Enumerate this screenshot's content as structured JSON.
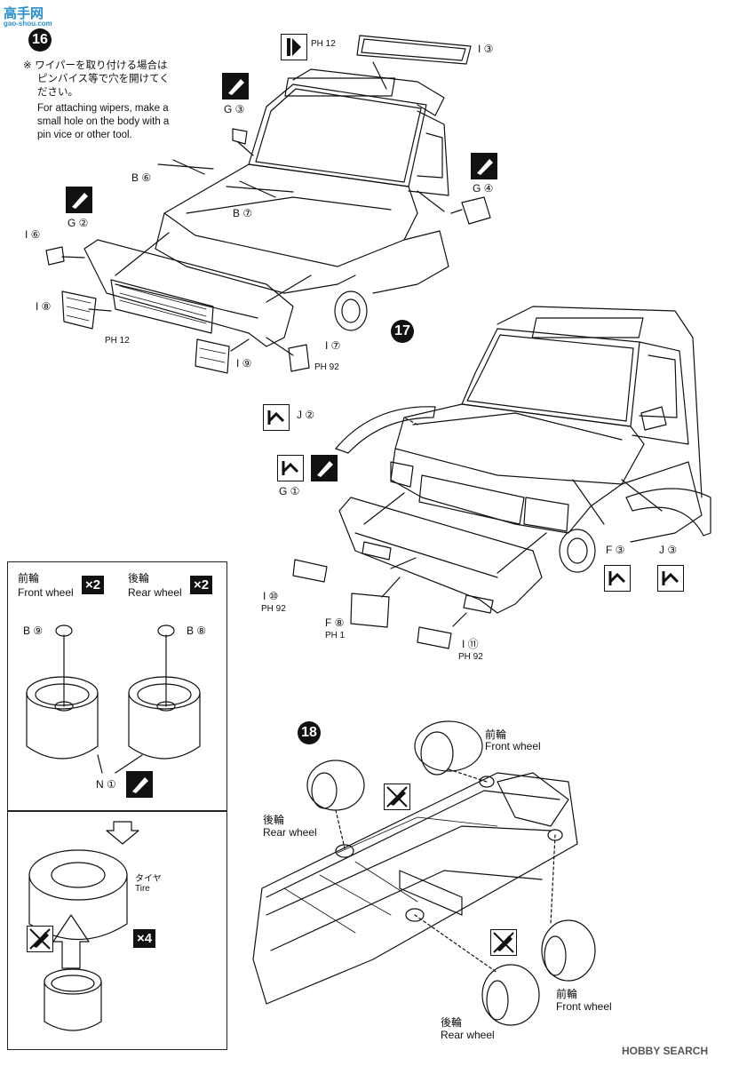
{
  "watermark_top": "高手网",
  "watermark_top_sub": "gao-shou.com",
  "watermark_bottom": "HOBBY SEARCH",
  "steps": {
    "s16": "16",
    "s17": "17",
    "s18": "18"
  },
  "step16": {
    "note_jp_1": "※ ワイパーを取り付ける場合は",
    "note_jp_2": "ピンバイス等で穴を開けてく",
    "note_jp_3": "ださい。",
    "note_en_1": "For attaching wipers, make a",
    "note_en_2": "small hole on the body with a",
    "note_en_3": "pin vice or other tool.",
    "parts": {
      "I3": "I ③",
      "PH12_top": "PH 12",
      "G3": "G ③",
      "B6": "B ⑥",
      "B7": "B ⑦",
      "G4": "G ④",
      "G2": "G ②",
      "I6": "I ⑥",
      "I8": "I ⑧",
      "PH12_grille": "PH 12",
      "I9": "I ⑨",
      "I7": "I ⑦",
      "PH92": "PH 92"
    }
  },
  "step17": {
    "parts": {
      "J2": "J ②",
      "G1": "G ①",
      "I10": "I ⑩",
      "PH92_a": "PH 92",
      "F8": "F ⑧",
      "PH1": "PH 1",
      "I11": "I ⑪",
      "PH92_b": "PH 92",
      "F3": "F ③",
      "J3": "J ③"
    }
  },
  "wheels": {
    "front_jp": "前輪",
    "front_en": "Front wheel",
    "front_mult": "×2",
    "rear_jp": "後輪",
    "rear_en": "Rear wheel",
    "rear_mult": "×2",
    "B9": "B ⑨",
    "B8": "B ⑧",
    "N1": "N ①",
    "tire_jp": "タイヤ",
    "tire_en": "Tire",
    "tire_mult": "×4"
  },
  "step18": {
    "front_jp_1": "前輪",
    "front_en_1": "Front wheel",
    "rear_jp_1": "後輪",
    "rear_en_1": "Rear wheel",
    "front_jp_2": "前輪",
    "front_en_2": "Front wheel",
    "rear_jp_2": "後輪",
    "rear_en_2": "Rear wheel"
  }
}
